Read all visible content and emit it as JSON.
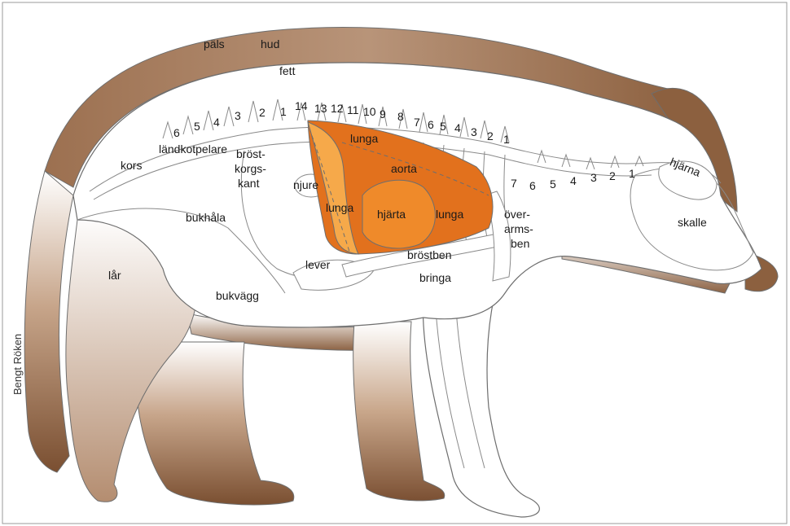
{
  "credit": "Bengt Röken",
  "labels": {
    "pals": "päls",
    "hud": "hud",
    "fett": "fett",
    "kors": "kors",
    "landkotpelare": "ländkotpelare",
    "brostkorgskant_1": "bröst-",
    "brostkorgskant_2": "korgs-",
    "brostkorgskant_3": "kant",
    "njure": "njure",
    "lunga_top": "lunga",
    "aorta": "aorta",
    "lunga_left": "lunga",
    "hjarta": "hjärta",
    "lunga_right": "lunga",
    "lever": "lever",
    "brostben": "bröstben",
    "bringa": "bringa",
    "overarmsben_1": "över-",
    "overarmsben_2": "arms-",
    "overarmsben_3": "ben",
    "skalle": "skalle",
    "hjarna": "hjärna",
    "bukhala": "bukhåla",
    "lar": "lår",
    "bukvagg": "bukvägg"
  },
  "lumbar_numbers": [
    "6",
    "5",
    "4",
    "3",
    "2",
    "1"
  ],
  "thoracic_numbers": [
    "14",
    "13",
    "12",
    "11",
    "10",
    "9",
    "8",
    "7",
    "6",
    "5",
    "4",
    "3",
    "2",
    "1"
  ],
  "cervical_numbers": [
    "7",
    "6",
    "5",
    "4",
    "3",
    "2",
    "1"
  ],
  "colors": {
    "fur": "#8a5d3d",
    "fur_light": "#d9c2ac",
    "outline": "#6e6e6e",
    "organ_dark": "#e2711d",
    "organ_mid": "#ef8a2a",
    "organ_light": "#f6a94a"
  }
}
